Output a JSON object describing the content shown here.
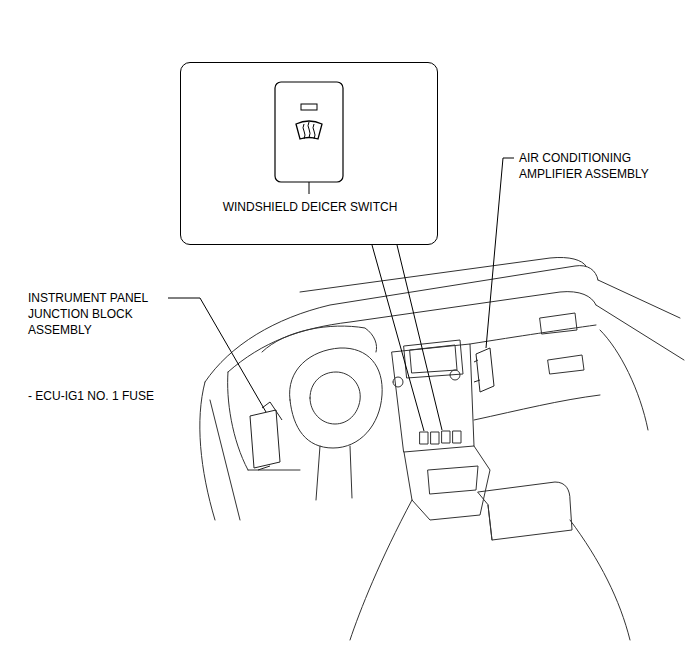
{
  "diagram": {
    "nodes": [
      {
        "text": [
          "WINDSHIELD DEICER SWITCH"
        ]
      }
    ],
    "labels": [
      "AIR CONDITIONING AMPLIFIER ASSEMBLY",
      "INSTRUMENT PANEL JUNCTION BLOCK ASSEMBLY",
      "- ECU-IG1 NO. 1 FUSE"
    ]
  }
}
